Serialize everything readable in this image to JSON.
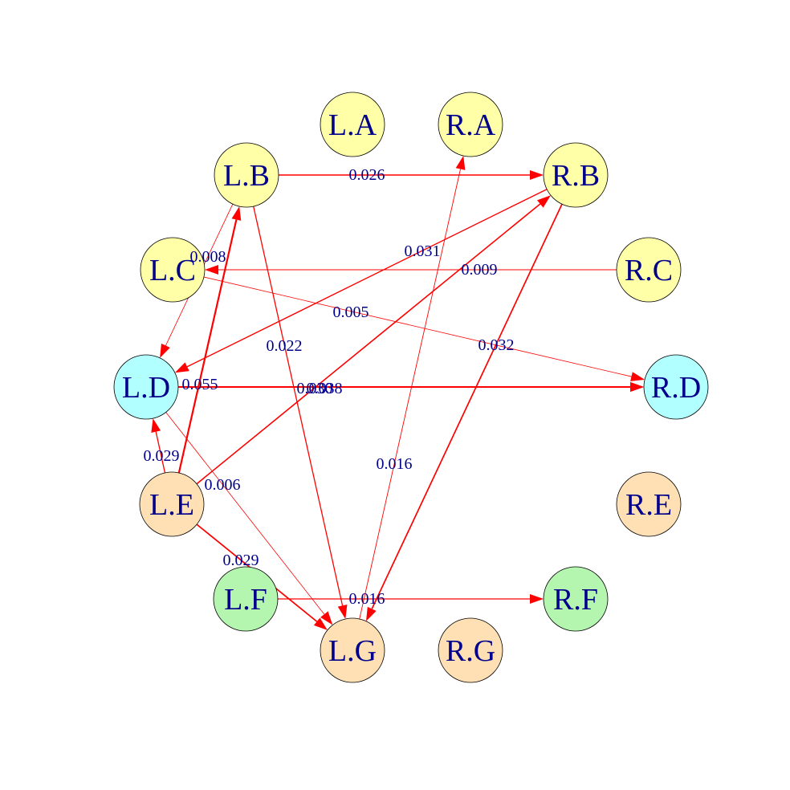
{
  "colors": {
    "yellow": "#ffffa8",
    "cyan": "#b2ffff",
    "orange": "#ffe0b5",
    "green": "#b4f5b0",
    "edge": "#ff0000",
    "label": "#00008b"
  },
  "nodes": [
    {
      "id": "L.A",
      "label": "L.A",
      "color": "yellow"
    },
    {
      "id": "R.A",
      "label": "R.A",
      "color": "yellow"
    },
    {
      "id": "L.B",
      "label": "L.B",
      "color": "yellow"
    },
    {
      "id": "R.B",
      "label": "R.B",
      "color": "yellow"
    },
    {
      "id": "L.C",
      "label": "L.C",
      "color": "yellow"
    },
    {
      "id": "R.C",
      "label": "R.C",
      "color": "yellow"
    },
    {
      "id": "L.D",
      "label": "L.D",
      "color": "cyan"
    },
    {
      "id": "R.D",
      "label": "R.D",
      "color": "cyan"
    },
    {
      "id": "L.E",
      "label": "L.E",
      "color": "orange"
    },
    {
      "id": "R.E",
      "label": "R.E",
      "color": "orange"
    },
    {
      "id": "L.F",
      "label": "L.F",
      "color": "green"
    },
    {
      "id": "R.F",
      "label": "R.F",
      "color": "green"
    },
    {
      "id": "L.G",
      "label": "L.G",
      "color": "orange"
    },
    {
      "id": "R.G",
      "label": "R.G",
      "color": "orange"
    }
  ],
  "edges": [
    {
      "from": "L.B",
      "to": "R.B",
      "weight": "0.026"
    },
    {
      "from": "L.B",
      "to": "L.G",
      "weight": "0.022"
    },
    {
      "from": "R.C",
      "to": "L.C",
      "weight": "0.009"
    },
    {
      "from": "L.C",
      "to": "R.D",
      "weight": "0.005"
    },
    {
      "from": "L.B",
      "to": "L.D",
      "weight": "0.008"
    },
    {
      "from": "R.B",
      "to": "L.D",
      "weight": "0.031"
    },
    {
      "from": "R.B",
      "to": "L.G",
      "weight": "0.032"
    },
    {
      "from": "L.D",
      "to": "R.D",
      "weight": "0.055"
    },
    {
      "from": "L.D",
      "to": "R.D",
      "weight": "0.038"
    },
    {
      "from": "L.D",
      "to": "R.D",
      "weight": "0.030"
    },
    {
      "from": "L.D",
      "to": "L.G",
      "weight": "0.006"
    },
    {
      "from": "L.E",
      "to": "L.D",
      "weight": "0.029"
    },
    {
      "from": "L.E",
      "to": "L.B",
      "weight": "0.055"
    },
    {
      "from": "L.E",
      "to": "R.B",
      "weight": "0.038"
    },
    {
      "from": "L.E",
      "to": "L.G",
      "weight": "0.029"
    },
    {
      "from": "L.G",
      "to": "R.A",
      "weight": "0.016"
    },
    {
      "from": "L.F",
      "to": "R.F",
      "weight": "0.016"
    }
  ]
}
